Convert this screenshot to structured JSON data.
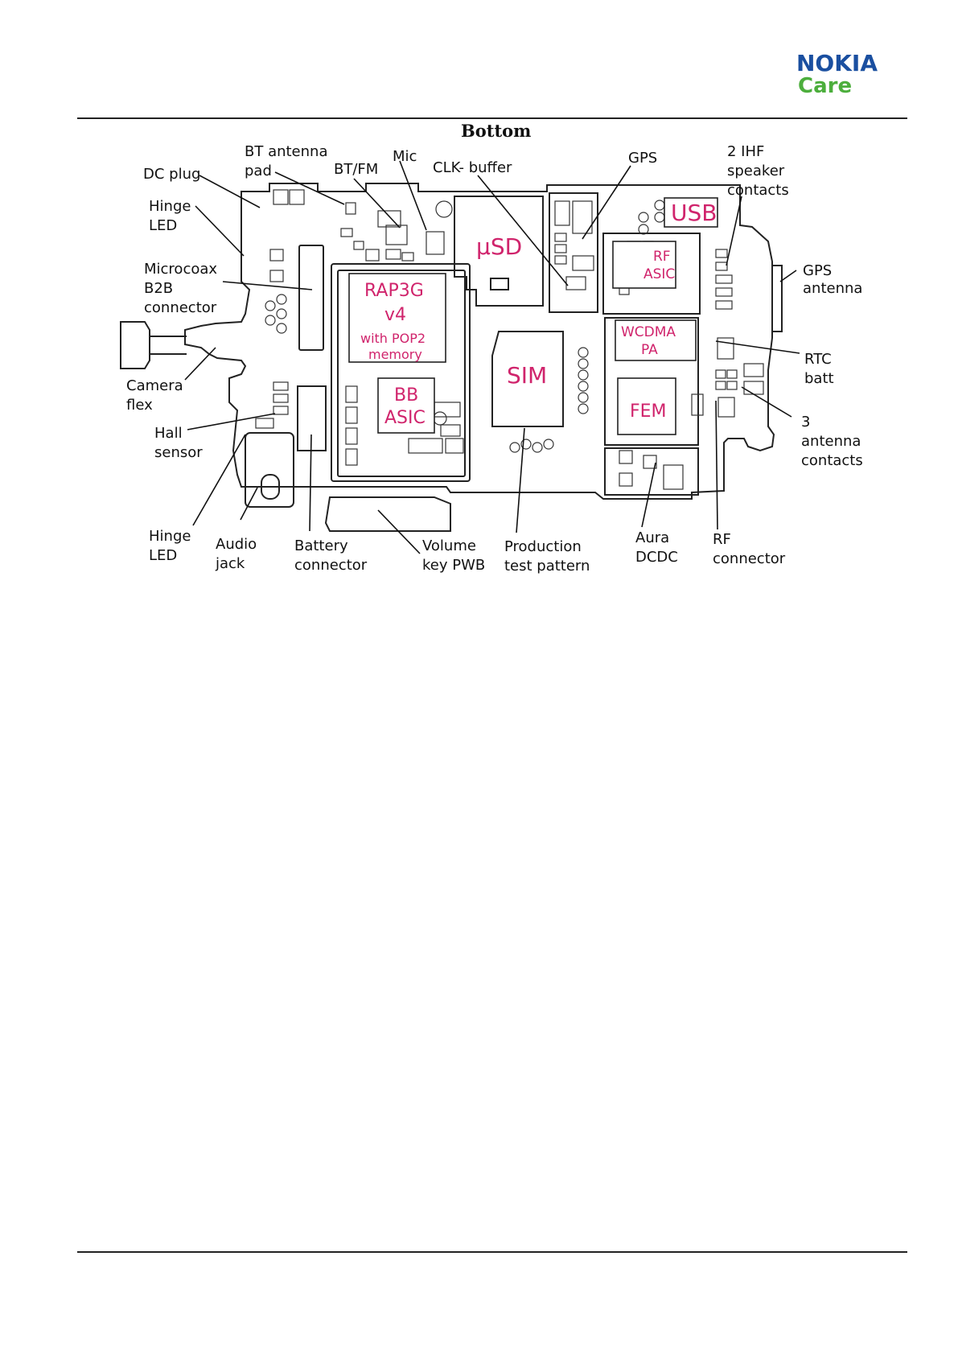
{
  "header": {
    "logo_brand": "NOKIA",
    "logo_sub": "Care",
    "brand_color": "#1a4fa0",
    "sub_color": "#4cae3c"
  },
  "diagram": {
    "title": "Bottom",
    "chip_label_color": "#d0246c",
    "chip_labels": {
      "rap3g_line1": "RAP3G",
      "rap3g_line2": "v4",
      "rap3g_line3": "with POP2",
      "rap3g_line4": "memory",
      "bb_asic_line1": "BB",
      "bb_asic_line2": "ASIC",
      "usd": "µSD",
      "sim": "SIM",
      "usb": "USB",
      "rf_asic_line1": "RF",
      "rf_asic_line2": "ASIC",
      "wcdma_line1": "WCDMA",
      "wcdma_line2": "PA",
      "fem": "FEM"
    },
    "callouts": {
      "dc_plug": "DC plug",
      "bt_antenna_pad_line1": "BT antenna",
      "bt_antenna_pad_line2": "pad",
      "bt_fm": "BT/FM",
      "mic": "Mic",
      "clk_buffer": "CLK- buffer",
      "gps": "GPS",
      "ihf_line1": "2 IHF",
      "ihf_line2": "speaker",
      "ihf_line3": "contacts",
      "hinge_led_top_line1": "Hinge",
      "hinge_led_top_line2": "LED",
      "microcoax_line1": "Microcoax",
      "microcoax_line2": "B2B",
      "microcoax_line3": "connector",
      "gps_antenna_line1": "GPS",
      "gps_antenna_line2": "antenna",
      "camera_flex_line1": "Camera",
      "camera_flex_line2": "flex",
      "rtc_batt_line1": "RTC",
      "rtc_batt_line2": "batt",
      "hall_sensor_line1": "Hall",
      "hall_sensor_line2": "sensor",
      "antenna_contacts_line1": "3",
      "antenna_contacts_line2": "antenna",
      "antenna_contacts_line3": "contacts",
      "hinge_led_bottom_line1": "Hinge",
      "hinge_led_bottom_line2": "LED",
      "audio_jack_line1": "Audio",
      "audio_jack_line2": "jack",
      "battery_connector_line1": "Battery",
      "battery_connector_line2": "connector",
      "volume_key_line1": "Volume",
      "volume_key_line2": "key PWB",
      "production_test_line1": "Production",
      "production_test_line2": "test pattern",
      "aura_dcdc_line1": "Aura",
      "aura_dcdc_line2": "DCDC",
      "rf_connector_line1": "RF",
      "rf_connector_line2": "connector"
    }
  }
}
